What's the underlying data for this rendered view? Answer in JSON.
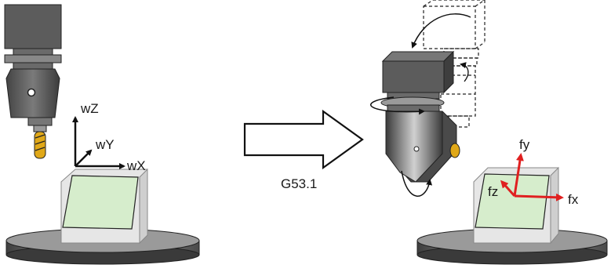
{
  "left_axes": {
    "z_label": "wZ",
    "y_label": "wY",
    "x_label": "wX"
  },
  "transition": {
    "command": "G53.1"
  },
  "right_axes": {
    "y_label": "fy",
    "z_label": "fz",
    "x_label": "fx"
  },
  "colors": {
    "head_gray": "#5c5c5c",
    "workpiece_face": "#d6edcc",
    "workpiece_block": "#e8e8e8",
    "table_gray": "#8a8a8a",
    "frame_axes": "#e02020",
    "tool_tip": "#e0a818"
  }
}
